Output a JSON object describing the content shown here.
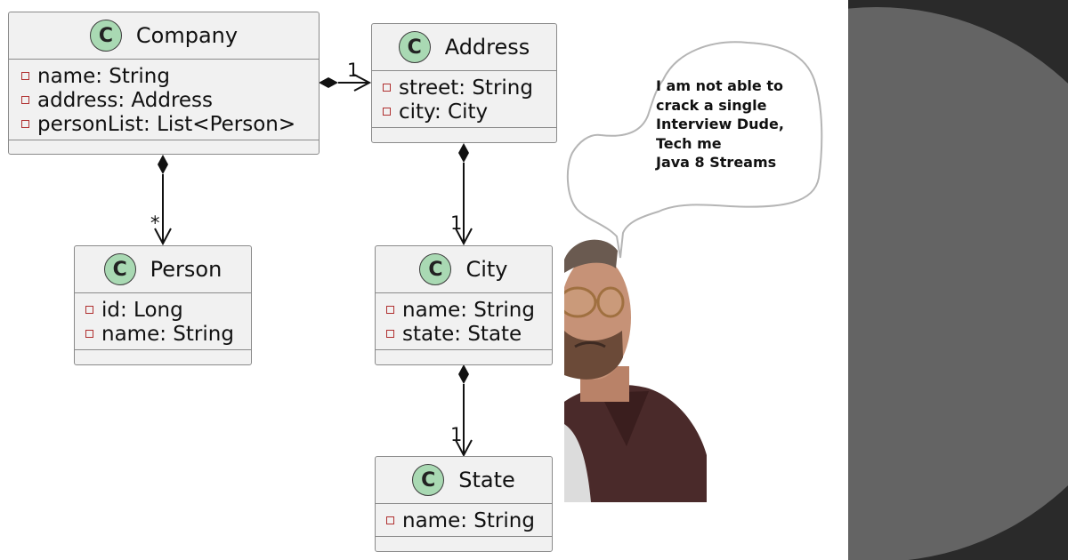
{
  "diagram": {
    "classes": [
      {
        "name": "Company",
        "stereotype_glyph": "C",
        "attributes": [
          {
            "visibility": "private",
            "text": "name: String"
          },
          {
            "visibility": "private",
            "text": "address: Address"
          },
          {
            "visibility": "private",
            "text": "personList: List<Person>"
          }
        ]
      },
      {
        "name": "Address",
        "stereotype_glyph": "C",
        "attributes": [
          {
            "visibility": "private",
            "text": "street: String"
          },
          {
            "visibility": "private",
            "text": "city: City"
          }
        ]
      },
      {
        "name": "Person",
        "stereotype_glyph": "C",
        "attributes": [
          {
            "visibility": "private",
            "text": "id: Long"
          },
          {
            "visibility": "private",
            "text": "name: String"
          }
        ]
      },
      {
        "name": "City",
        "stereotype_glyph": "C",
        "attributes": [
          {
            "visibility": "private",
            "text": "name: String"
          },
          {
            "visibility": "private",
            "text": "state: State"
          }
        ]
      },
      {
        "name": "State",
        "stereotype_glyph": "C",
        "attributes": [
          {
            "visibility": "private",
            "text": "name: String"
          }
        ]
      }
    ],
    "relationships": [
      {
        "from": "Company",
        "to": "Address",
        "type": "composition",
        "multiplicity": "1"
      },
      {
        "from": "Company",
        "to": "Person",
        "type": "composition",
        "multiplicity": "*"
      },
      {
        "from": "Address",
        "to": "City",
        "type": "composition",
        "multiplicity": "1"
      },
      {
        "from": "City",
        "to": "State",
        "type": "composition",
        "multiplicity": "1"
      }
    ]
  },
  "speech_bubble": {
    "lines": [
      "I am not able to",
      "crack a single",
      "Interview Dude,",
      "Tech me",
      "Java 8 Streams"
    ]
  },
  "colors": {
    "class_fill": "#f1f1f1",
    "class_border": "#8a8a8a",
    "badge_fill": "#a9d9b3",
    "visibility_marker": "#b03030",
    "background_dark": "#2a2a2a",
    "background_circle": "#646464"
  }
}
